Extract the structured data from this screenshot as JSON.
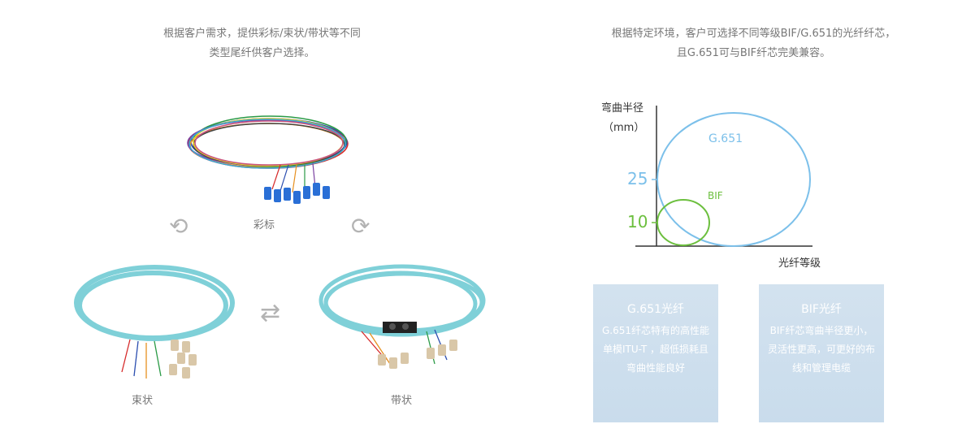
{
  "left_caption": {
    "line1": "根据客户需求，提供彩标/束状/带状等不同",
    "line2": "类型尾纤供客户选择。"
  },
  "right_caption": {
    "line1": "根据特定环境，客户可选择不同等级BIF/G.651的光纤纤芯，",
    "line2": "且G.651可与BIF纤芯完美兼容。"
  },
  "types": {
    "color_label": "彩标",
    "bundle_label": "束状",
    "ribbon_label": "带状"
  },
  "chart": {
    "ylabel_line1": "弯曲半径",
    "ylabel_line2": "（mm）",
    "xlabel": "光纤等级",
    "tick_25": "25",
    "tick_10": "10",
    "g651_label": "G.651",
    "bif_label": "BIF",
    "colors": {
      "g651": "#7cc0ea",
      "bif": "#6cbf3e",
      "tick25": "#7cc0ea",
      "tick10": "#6cbf3e"
    }
  },
  "chart_data": {
    "type": "diagram",
    "xlabel": "光纤等级",
    "ylabel": "弯曲半径（mm）",
    "series": [
      {
        "name": "G.651",
        "bend_radius": 25
      },
      {
        "name": "BIF",
        "bend_radius": 10
      }
    ]
  },
  "cards": [
    {
      "title": "G.651光纤",
      "desc": "G.651纤芯特有的高性能单模ITU-T ，超低损耗且弯曲性能良好"
    },
    {
      "title": "BIF光纤",
      "desc": "BIF纤芯弯曲半径更小，灵活性更高，可更好的布线和管理电缆"
    }
  ]
}
